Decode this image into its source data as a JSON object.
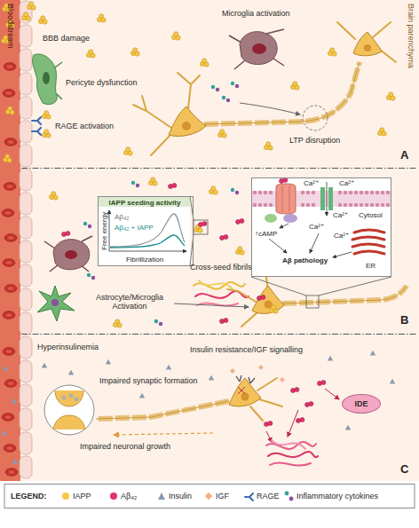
{
  "diagram": {
    "nodes": [
      {
        "text": [
          "A"
        ]
      },
      {
        "text": [
          "B"
        ]
      },
      {
        "text": [
          "IAPP seeding activity",
          "Aβ₄₂",
          "Aβ₄₂ + IAPP",
          "Free energy",
          "Fibrillization"
        ],
        "in": 1
      },
      {
        "text": [
          "Ca²⁺",
          "Ca²⁺",
          "Ca²⁺",
          "Cytosol",
          "Ca²⁺",
          "↑cAMP",
          "Ca²⁺",
          "ER",
          "Aβ pathology"
        ],
        "in": 1
      },
      {
        "text": [
          "C"
        ]
      },
      {
        "text": [
          "IDE"
        ],
        "in": 4
      }
    ],
    "labels": [
      "Bloodstream",
      "Brain parenchyma",
      "BBB damage",
      "Pericyte dysfunction",
      "RAGE activation",
      "Microglia activation",
      "LTP disruption",
      "Cross-seed fibrils",
      "Astrocyte/Microglia Activation",
      "Hyperinsulinemia",
      "Insulin resistance/IGF signalling",
      "Impaired synaptic formation",
      "Impaired neuronal growth",
      "LEGEND:"
    ],
    "legend": [
      {
        "text": "IAPP",
        "color": "#f6c744"
      },
      {
        "text": "Aβ₄₂",
        "color": "#e2336b"
      },
      {
        "text": "Insulin",
        "color": "#8b9aae"
      },
      {
        "text": "IGF",
        "color": "#f4b088"
      },
      {
        "text": "RAGE"
      },
      {
        "text": "Inflammatory cytokines"
      }
    ]
  }
}
